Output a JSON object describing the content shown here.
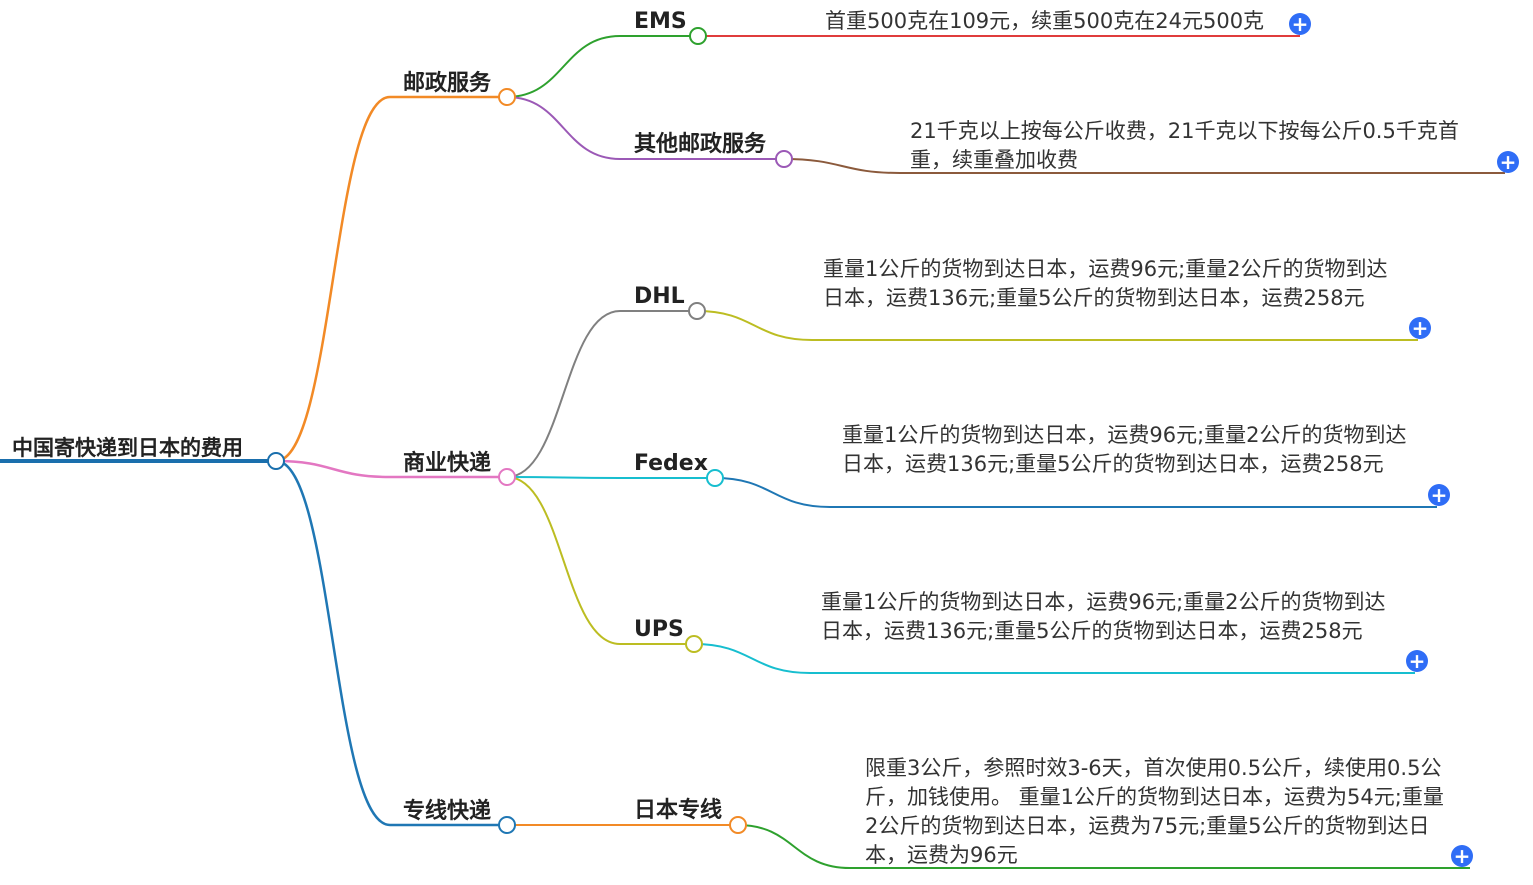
{
  "root": {
    "label": "中国寄快递到日本的费用",
    "color": "#1a6fad"
  },
  "branches": [
    {
      "label": "邮政服务",
      "color": "#f28a26",
      "children": [
        {
          "label": "EMS",
          "color": "#2ea12e",
          "desc_color": "#e03c3c",
          "desc": "首重500克在109元，续重500克在24元500克"
        },
        {
          "label": "其他邮政服务",
          "color": "#9b59b6",
          "desc_color": "#8b5a3c",
          "desc": "21千克以上按每公斤收费，21千克以下按每公斤0.5千克首重，续重叠加收费"
        }
      ]
    },
    {
      "label": "商业快递",
      "color": "#e377c2",
      "children": [
        {
          "label": "DHL",
          "color": "#808080",
          "desc_color": "#bcbd22",
          "desc": "重量1公斤的货物到达日本，运费96元;重量2公斤的货物到达日本，运费136元;重量5公斤的货物到达日本，运费258元"
        },
        {
          "label": "Fedex",
          "color": "#17becf",
          "desc_color": "#1f77b4",
          "desc": "重量1公斤的货物到达日本，运费96元;重量2公斤的货物到达日本，运费136元;重量5公斤的货物到达日本，运费258元"
        },
        {
          "label": "UPS",
          "color": "#bcbd22",
          "desc_color": "#17becf",
          "desc": "重量1公斤的货物到达日本，运费96元;重量2公斤的货物到达日本，运费136元;重量5公斤的货物到达日本，运费258元"
        }
      ]
    },
    {
      "label": "专线快递",
      "color": "#1f77b4",
      "children": [
        {
          "label": "日本专线",
          "color": "#f28a26",
          "desc_color": "#2ea12e",
          "desc": "限重3公斤，参照时效3-6天，首次使用0.5公斤，续使用0.5公斤，加钱使用。 重量1公斤的货物到达日本，运费为54元;重量2公斤的货物到达日本，运费为75元;重量5公斤的货物到达日本，运费为96元"
        }
      ]
    }
  ],
  "expand_symbol": "+",
  "icons": {
    "expand": "plus-circle-icon",
    "node": "circle-node-icon"
  }
}
